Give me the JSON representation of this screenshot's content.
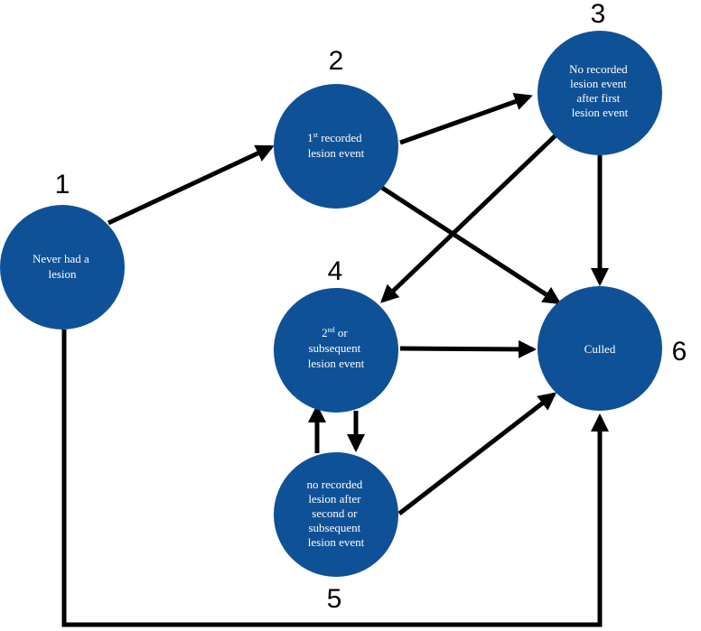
{
  "diagram": {
    "nodes": [
      {
        "id": "1",
        "number": "1",
        "lines": [
          "Never had a",
          "lesion"
        ]
      },
      {
        "id": "2",
        "number": "2",
        "lines": [
          "1st recorded",
          "lesion event"
        ]
      },
      {
        "id": "3",
        "number": "3",
        "lines": [
          "No recorded",
          "lesion event",
          "after first",
          "lesion event"
        ]
      },
      {
        "id": "4",
        "number": "4",
        "lines": [
          "2nd or",
          "subsequent",
          "lesion event"
        ]
      },
      {
        "id": "5",
        "number": "5",
        "lines": [
          "no recorded",
          "lesion after",
          "second or",
          "subsequent",
          "lesion event"
        ]
      },
      {
        "id": "6",
        "number": "6",
        "lines": [
          "Culled"
        ]
      }
    ],
    "superscripts": {
      "2": "st",
      "4": "nd"
    },
    "edges": [
      {
        "from": "1",
        "to": "2"
      },
      {
        "from": "2",
        "to": "3"
      },
      {
        "from": "2",
        "to": "6"
      },
      {
        "from": "3",
        "to": "4"
      },
      {
        "from": "3",
        "to": "6"
      },
      {
        "from": "4",
        "to": "6"
      },
      {
        "from": "4",
        "to": "5"
      },
      {
        "from": "5",
        "to": "4"
      },
      {
        "from": "5",
        "to": "6"
      },
      {
        "from": "1",
        "to": "6"
      }
    ],
    "colors": {
      "node_fill": "#0f5196",
      "edge": "#000000",
      "node_text": "#ffffff"
    }
  }
}
